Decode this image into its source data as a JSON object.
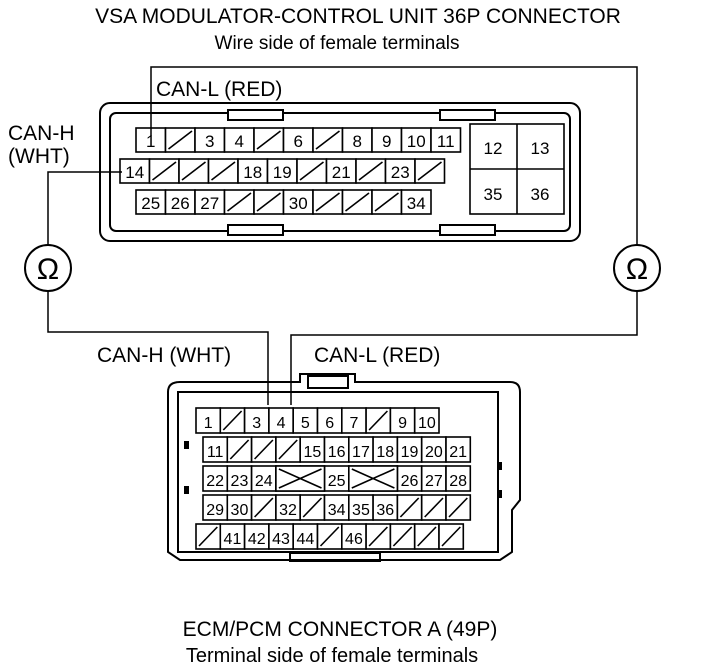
{
  "top": {
    "title": "VSA MODULATOR-CONTROL UNIT 36P CONNECTOR",
    "subtitle": "Wire side of female terminals",
    "can_l_label": "CAN-L (RED)",
    "can_h_label_line1": "CAN-H",
    "can_h_label_line2": "(WHT)",
    "row1": [
      "1",
      "",
      "3",
      "4",
      "",
      "6",
      "",
      "8",
      "9",
      "10",
      "11"
    ],
    "row2": [
      "14",
      "",
      "",
      "",
      "18",
      "19",
      "",
      "21",
      "",
      "23",
      ""
    ],
    "row3": [
      "25",
      "26",
      "27",
      "",
      "",
      "30",
      "",
      "",
      "",
      "34"
    ],
    "right_block": [
      "12",
      "13",
      "35",
      "36"
    ]
  },
  "meters": {
    "symbol": "Ω"
  },
  "bottom": {
    "can_h_label": "CAN-H (WHT)",
    "can_l_label": "CAN-L (RED)",
    "row1": [
      "1",
      "",
      "3",
      "4",
      "5",
      "6",
      "7",
      "",
      "9",
      "10"
    ],
    "row2": [
      "11",
      "",
      "",
      "",
      "15",
      "16",
      "17",
      "18",
      "19",
      "20",
      "21"
    ],
    "row3": [
      "22",
      "23",
      "24",
      "",
      "",
      "25",
      "",
      "",
      "26",
      "27",
      "28"
    ],
    "row4": [
      "29",
      "30",
      "",
      "32",
      "",
      "34",
      "35",
      "36",
      "",
      "",
      ""
    ],
    "row5": [
      "",
      "41",
      "42",
      "43",
      "44",
      "",
      "46",
      "",
      "",
      "",
      ""
    ],
    "title": "ECM/PCM CONNECTOR A (49P)",
    "subtitle": "Terminal side of female terminals"
  }
}
